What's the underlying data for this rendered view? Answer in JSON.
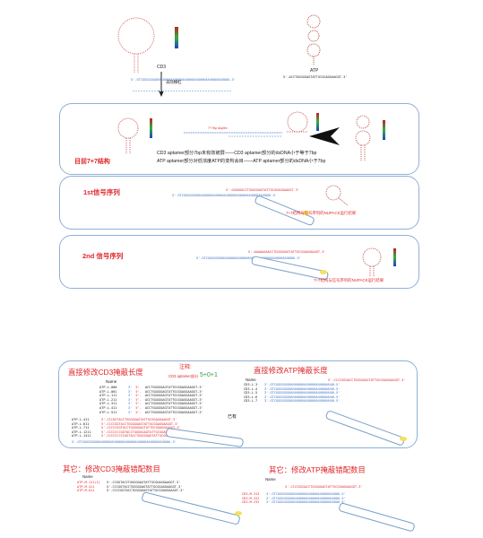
{
  "top": {
    "cd3_label": "CD3",
    "atp_label": "ATP",
    "atp_seq": "5'-ACCTGGGGGAGTATTGCGGAGGAAGGT-3'",
    "cd3_seq": "5'-GTCGGGGGGGUUUUUUUUUUUUUUUUUUUUUUUUUUUUUUUUUUUUUU-3'",
    "link_note": "去除横杠"
  },
  "panel1": {
    "title": "目前7+7结构",
    "duplex_note": "7+7bp duplex",
    "line1": "CD3 aptamer部分7bp未有效被屏——CD3 aptamer部分的dsDNA小于等于7bp",
    "line2": "ATP aptamer部分对低浓度ATP的变构会目——ATP aptamer部分的dsDNA小于7bp"
  },
  "panel2": {
    "title": "1st信号序列",
    "note": "7+7结构与信号序列的NUPACK运行结果",
    "seq": "5'-GGGGGACCTGGGGGAGTATTGCGGAGGAAGGT-3'"
  },
  "panel3": {
    "title": "2nd 信号序列",
    "note": "7+7结构与信号序列的NUPACK运行结果",
    "seq": "5'-AAAAAAAACCTGGGGGAGTATTGCGGAGGAAGGT-3'"
  },
  "bottom": {
    "left_title": "直接修改CD3掩蔽长度",
    "right_title": "直接修改ATP掩蔽长度",
    "note_label": "注释:",
    "note_sub": "CD3 aptamer部分",
    "note_vals": "5+0+1",
    "left_table_header": "Name",
    "left_rows": [
      {
        "name": "ATP-L-000",
        "a": "3'",
        "b": "5'-",
        "seq": "ACCTGGGGGAGTATTGCGGAGGAAGGT-3'"
      },
      {
        "name": "ATP-L-001",
        "a": "3'",
        "b": "5'-",
        "seq": "ACCTGGGGGAGTATTGCGGAGGAAGGT-3'"
      },
      {
        "name": "ATP-L-111",
        "a": "3'",
        "b": "5'-",
        "seq": "ACCTGGGGGAGTATTGCGGAGGAAGGT-3'"
      },
      {
        "name": "ATP-L-211",
        "a": "3'",
        "b": "5'-",
        "seq": "ACCTGGGGGAGTATTGCGGAGGAAGGT-3'"
      },
      {
        "name": "ATP-L-311",
        "a": "3'",
        "b": "5'-",
        "seq": "ACCTGGGGGAGTATTGCGGAGGAAGGT-3'"
      },
      {
        "name": "ATP-L-411",
        "a": "3'",
        "b": "5'-",
        "seq": "ACCTGGGGGAGTATTGCGGAGGAAGGT-3'"
      },
      {
        "name": "ATP-L-511",
        "a": "3'",
        "b": "5'-",
        "seq": "ACCTGGGGGAGTATTGCGGAGGAAGGT-3'"
      }
    ],
    "left_rows2": [
      {
        "name": "ATP-L-411",
        "seq": "5'-CCCGGTACCTGGGGGAGTATTGCGGAGGAAGGT-3'"
      },
      {
        "name": "ATP-L-611",
        "seq": "5'-CCCCGGTACCTGGGGGAGTATTGCGGAGGAAGGT-3'"
      },
      {
        "name": "ATP-L-711",
        "seq": "5'-CCCCCGGTACCTGGGGGAGTATTGCGGAGGAAGGT-3'"
      },
      {
        "name": "ATP-L-1211",
        "seq": "5'-CCCCCCCGGTACCTGGGGGAGTATTGCGGAGGAAGGT-3'"
      },
      {
        "name": "ATP-L-1411",
        "seq": "5'-CCCCCCCCCGGTACCTGGGGGAGTATTGCGGAGGAAGGT-3'"
      }
    ],
    "tag_text": "已有",
    "right_table_header": "Name",
    "right_rows": [
      {
        "name": "CD3-L-3",
        "seq": "3'-GTCGGGGGGGUUUUUUUUUUUUUUUUUUUUUUU-5'"
      },
      {
        "name": "CD3-L-4",
        "seq": "3'-GTCGGGGGGGUUUUUUUUUUUUUUUUUUUUUUU-5'"
      },
      {
        "name": "CD3-L-5",
        "seq": "3'-GTCGGGGGGGUUUUUUUUUUUUUUUUUUUUUUU-5'"
      },
      {
        "name": "CD3-L-6",
        "seq": "3'-GTCGGGGGGGUUUUUUUUUUUUUUUUUUUUUUU-5'"
      },
      {
        "name": "CD3-L-7",
        "seq": "3'-GTCGGGGGGGUUUUUUUUUUUUUUUUUUUUUUU-5'"
      }
    ],
    "right_top_seq": "5'-CCCCGGGACCTGGGGGAGTATTGCGGAGGAAGGT-3'",
    "other_left_title": "其它：修改CD3掩蔽错配数目",
    "other_right_title": "其它：修改ATP掩蔽错配数目",
    "other_left_rows": [
      {
        "name": "ATP-M-111(1)",
        "seq": "5'-CCGGTACCTGGGGGAGTATTGCGGAGGAAGGT-3'"
      },
      {
        "name": "ATP-M-411",
        "seq": "5'-CCCGGTACCTGGGGGAGTATTGCGGAGGAAGGT-3'"
      },
      {
        "name": "ATP-M-611",
        "seq": "5'-CCCCGGTACCTGGGGGAGTATTGCGGAGGAAGGT-3'"
      }
    ],
    "other_right_rows": [
      {
        "name": "CD3-M-313",
        "seq": "3'-GTCGGGGGGGUUUUUUUUUUUUUUUUUUUUUUUUU-5'"
      },
      {
        "name": "CD3-M-222",
        "seq": "3'-GTCGGGGGGGUUUUUUUUUUUUUUUUUUUUUUUUU-5'"
      },
      {
        "name": "CD3-M-232",
        "seq": "3'-GTCGGGGGGGUUUUUUUUUUUUUUUUUUUUUUUUU-5'"
      }
    ],
    "name_label": "Name"
  }
}
